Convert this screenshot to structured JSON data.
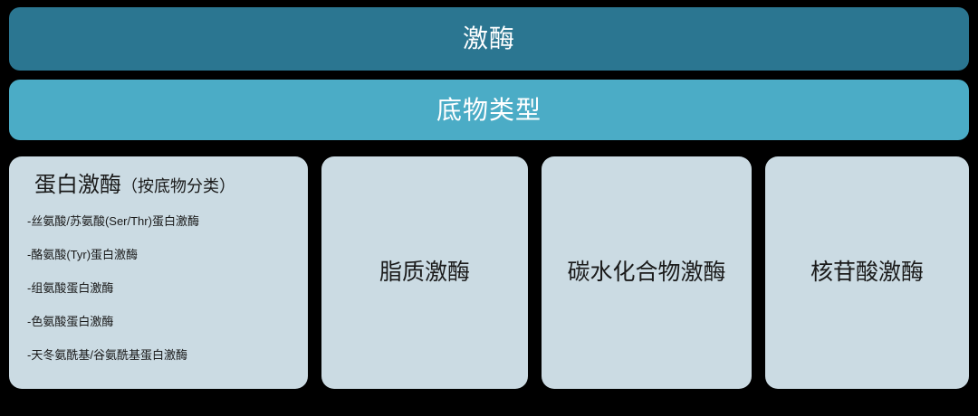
{
  "diagram": {
    "type": "hierarchy",
    "background_color": "#000000",
    "levels": [
      {
        "id": "root",
        "label": "激酶",
        "color": "#2b7691",
        "text_color": "#ffffff"
      },
      {
        "id": "classification-criterion",
        "label": "底物类型",
        "color": "#4bacc6",
        "text_color": "#ffffff"
      }
    ],
    "cards": [
      {
        "id": "protein-kinase",
        "title_main": "蛋白激酶",
        "title_suffix": "（按底物分类）",
        "items": [
          "-丝氨酸/苏氨酸(Ser/Thr)蛋白激酶",
          "-酪氨酸(Tyr)蛋白激酶",
          "-组氨酸蛋白激酶",
          "-色氨酸蛋白激酶",
          "-天冬氨酰基/谷氨酰基蛋白激酶"
        ]
      },
      {
        "id": "lipid-kinase",
        "title": "脂质激酶"
      },
      {
        "id": "carbohydrate-kinase",
        "title": "碳水化合物激酶"
      },
      {
        "id": "nucleotide-kinase",
        "title": "核苷酸激酶"
      }
    ],
    "card_color": "#cbdbe3",
    "card_text_color": "#1a1a1a"
  }
}
